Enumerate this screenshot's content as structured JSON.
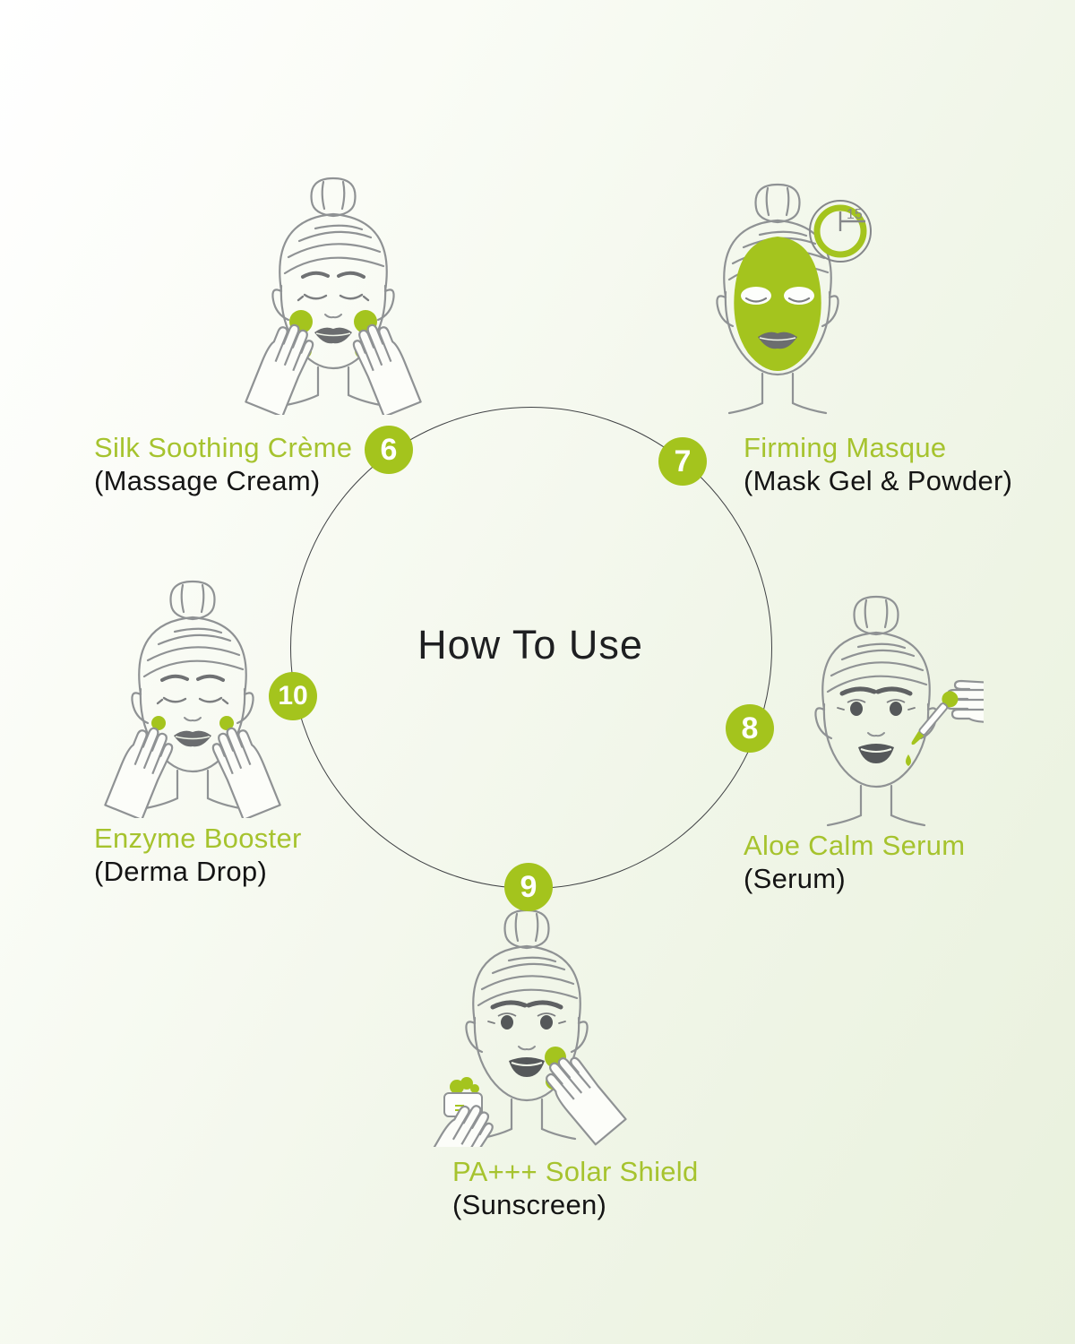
{
  "title": "How To Use",
  "colors": {
    "accent_green": "#a4c41d",
    "label_green": "#a6c32e",
    "text_dark": "#141414",
    "line_gray": "#8f9294"
  },
  "steps": [
    {
      "number": "6",
      "name": "Silk Soothing Crème",
      "form": "(Massage Cream)",
      "illustration": "massage-cream-on-cheeks"
    },
    {
      "number": "7",
      "name": "Firming Masque",
      "form": "(Mask Gel & Powder)",
      "illustration": "green-face-mask",
      "timer_minutes": "15"
    },
    {
      "number": "8",
      "name": "Aloe Calm Serum",
      "form": "(Serum)",
      "illustration": "serum-dropper-on-cheek"
    },
    {
      "number": "9",
      "name": "PA+++ Solar Shield",
      "form": "(Sunscreen)",
      "illustration": "sunscreen-jar-and-application"
    },
    {
      "number": "10",
      "name": "Enzyme Booster",
      "form": "(Derma Drop)",
      "illustration": "derma-drops-patting"
    }
  ]
}
